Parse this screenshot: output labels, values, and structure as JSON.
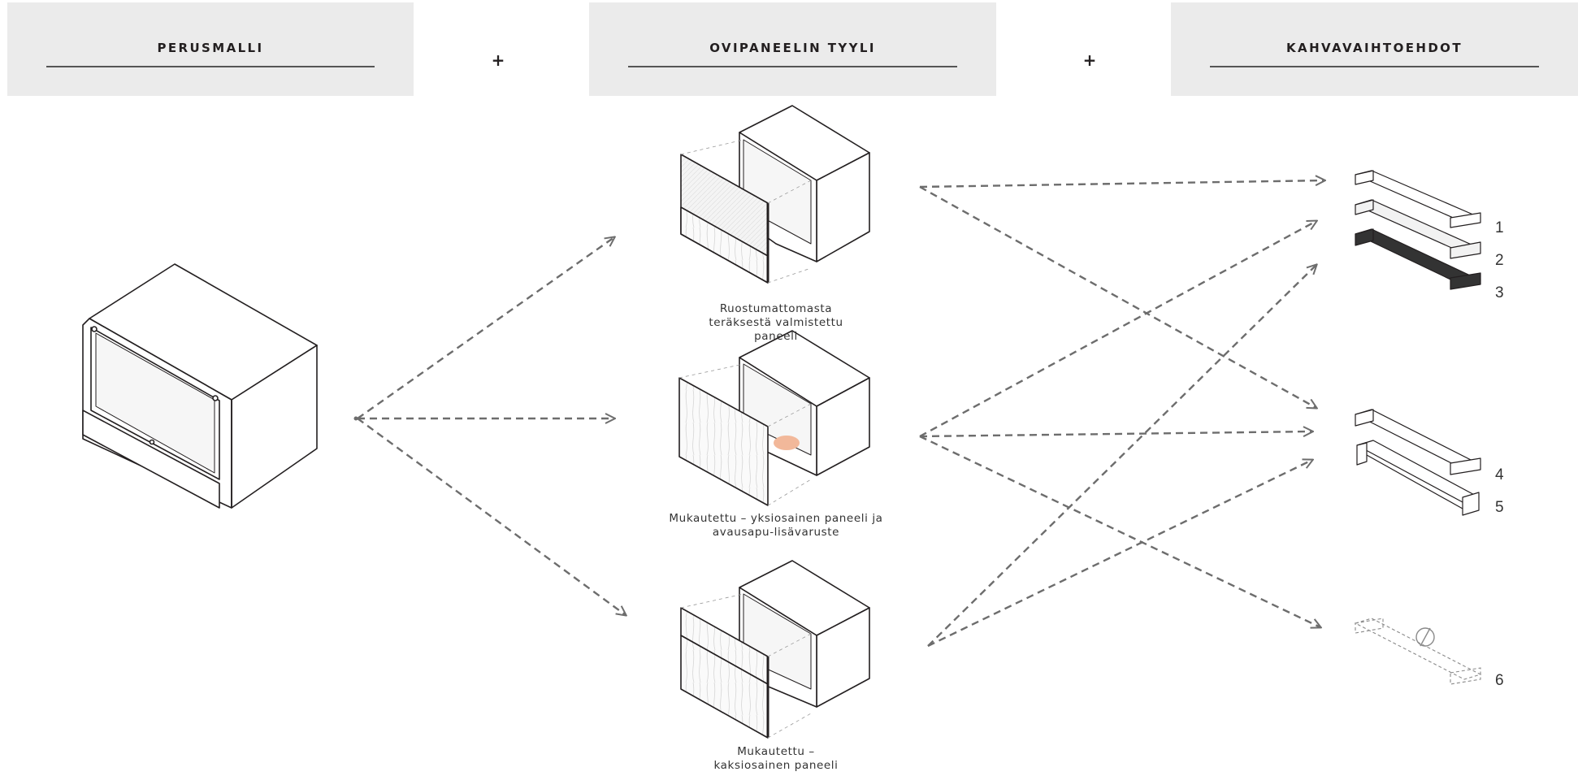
{
  "headers": {
    "base_model": "PERUSMALLI",
    "door_panel_style": "OVIPANEELIN TYYLI",
    "handle_options": "KAHVAVAIHTOEHDOT"
  },
  "plus_signs": [
    "+",
    "+"
  ],
  "panels": [
    {
      "caption_line1": "Ruostumattomasta",
      "caption_line2": "teräksestä valmistettu",
      "caption_line3": "paneeli"
    },
    {
      "caption_line1": "Mukautettu – yksiosainen paneeli ja",
      "caption_line2": "avausapu-lisävaruste"
    },
    {
      "caption_line1": "Mukautettu –",
      "caption_line2": "kaksiosainen paneeli"
    }
  ],
  "handle_numbers": [
    "1",
    "2",
    "3",
    "4",
    "5",
    "6"
  ],
  "colors": {
    "header_bg": "#ebebeb",
    "arrow": "#6d6d6d",
    "outline": "#231f20",
    "accent_peach": "#f2b89a"
  },
  "icons": [
    "not-available-icon"
  ]
}
